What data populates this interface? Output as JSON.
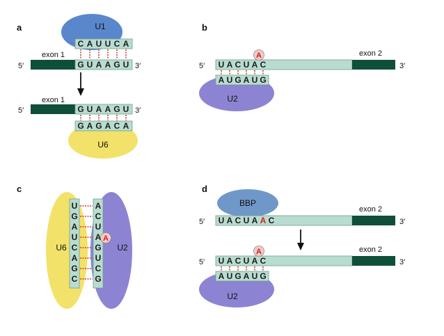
{
  "colors": {
    "exon": "#0f4f3a",
    "intron": "#b9dcd0",
    "intron_edge": "#6f9e8f",
    "u1": "#5a86cc",
    "u6": "#f2e26a",
    "u2": "#8c84d2",
    "bbp": "#6f98c8",
    "pair_line": "#d23a3a",
    "branch_a": "#d42020"
  },
  "panel_a": {
    "label": "a",
    "top": {
      "exon_label": "exon 1",
      "five_prime": "5′",
      "three_prime": "3′",
      "snrna_name": "U1",
      "snrna_seq": [
        "C",
        "A",
        "U",
        "U",
        "C",
        "A"
      ],
      "rna_seq": [
        "G",
        "U",
        "A",
        "A",
        "G",
        "U"
      ]
    },
    "bottom": {
      "exon_label": "exon 1",
      "five_prime": "5′",
      "three_prime": "3′",
      "snrna_name": "U6",
      "snrna_seq": [
        "G",
        "A",
        "G",
        "A",
        "C",
        "A"
      ],
      "rna_seq": [
        "G",
        "U",
        "A",
        "A",
        "G",
        "U"
      ]
    }
  },
  "panel_b": {
    "label": "b",
    "five_prime": "5′",
    "three_prime": "3′",
    "exon_label": "exon 2",
    "snrna_name": "U2",
    "rna_seq": [
      "U",
      "A",
      "C",
      "U",
      "A",
      "C"
    ],
    "bulged_base": "A",
    "snrna_seq": [
      "A",
      "U",
      "G",
      "A",
      "U",
      "G"
    ]
  },
  "panel_c": {
    "label": "c",
    "left_name": "U6",
    "right_name": "U2",
    "left_seq": [
      "U",
      "G",
      "A",
      "U",
      "C",
      "A",
      "G",
      "C"
    ],
    "right_seq": [
      "A",
      "C",
      "U",
      "A",
      "G",
      "U",
      "C",
      "G"
    ],
    "bulged_base": "A"
  },
  "panel_d": {
    "label": "d",
    "top": {
      "protein_name": "BBP",
      "five_prime": "5′",
      "three_prime": "3′",
      "exon_label": "exon 2",
      "rna_seq": [
        "U",
        "A",
        "C",
        "U",
        "A",
        "A",
        "C"
      ],
      "highlight_index": 5
    },
    "bottom": {
      "five_prime": "5′",
      "three_prime": "3′",
      "exon_label": "exon 2",
      "snrna_name": "U2",
      "rna_seq": [
        "U",
        "A",
        "C",
        "U",
        "A",
        "C"
      ],
      "bulged_base": "A",
      "snrna_seq": [
        "A",
        "U",
        "G",
        "A",
        "U",
        "G"
      ]
    }
  }
}
